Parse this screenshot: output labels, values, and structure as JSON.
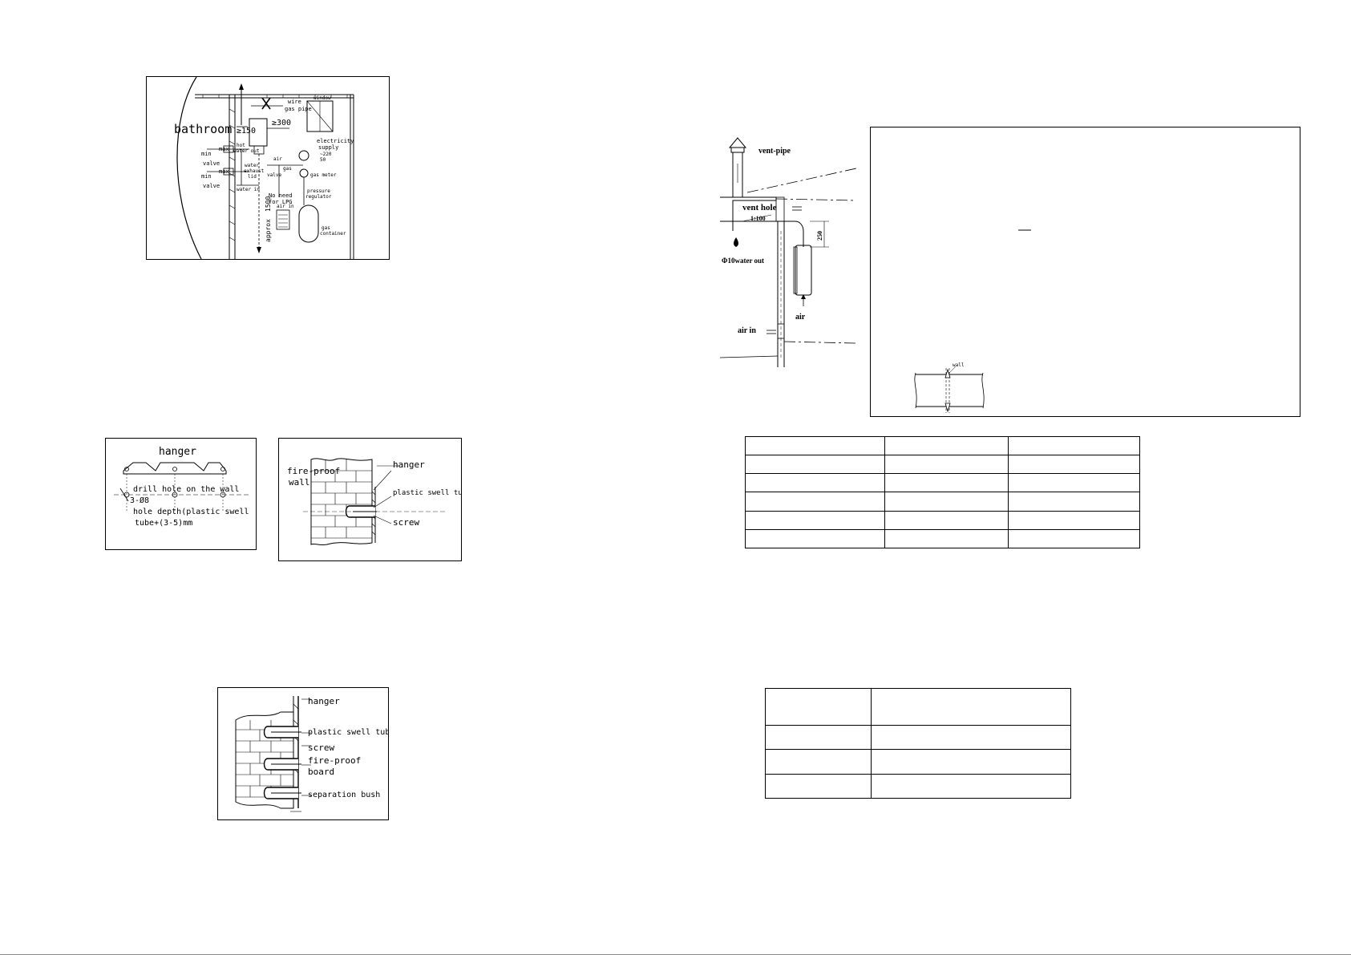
{
  "fig1": {
    "labels": {
      "bathroom": "bathroom",
      "d150": "≥150",
      "d300": "≥300",
      "wire_gas_pipe_1": "wire",
      "wire_gas_pipe_2": "gas pipe",
      "window": "window",
      "electricity_1": "electricity",
      "electricity_2": "supply",
      "electricity_3": "~220",
      "electricity_4": "50",
      "hot_1": "hot",
      "hot_2": "water out",
      "max1": "max",
      "min1": "min",
      "valve1": "valve",
      "max2": "max",
      "min2": "min",
      "valve2": "valve",
      "water_exhaust_1": "water",
      "water_exhaust_2": "exhaust",
      "water_exhaust_3": "lid",
      "gas_valve_1": "gas",
      "gas_valve_2": "valve",
      "air": "air",
      "gas_meter": "gas meter",
      "water_in": "water in",
      "no_need_1": "No need",
      "no_need_2": "for LPG",
      "pressure_1": "pressure",
      "pressure_2": "regulator",
      "air_in": "air in",
      "gas_container_1": "gas",
      "gas_container_2": "container",
      "d1500": "1500",
      "approx": "approx"
    }
  },
  "fig2": {
    "labels": {
      "hanger": "hanger",
      "drill": "drill hole on the wall",
      "holes": "3-Ø8",
      "depth_1": "hole depth(plastic swell",
      "depth_2": "tube+(3-5)mm"
    }
  },
  "fig3": {
    "labels": {
      "fireproof_1": "fire-proof",
      "fireproof_2": "wall",
      "hanger": "hanger",
      "swell": "plastic swell tube",
      "screw": "screw"
    }
  },
  "fig4": {
    "labels": {
      "hanger": "hanger",
      "swell": "plastic swell tube",
      "screw": "screw",
      "board_1": "fire-proof",
      "board_2": "board",
      "bush": "separation bush"
    }
  },
  "fig5": {
    "labels": {
      "vent_pipe": "vent-pipe",
      "vent_hole": "vent hole",
      "slope": "1:100",
      "water_out": "Φ10water out",
      "d250": "250",
      "air": "air",
      "air_in": "air in"
    }
  },
  "fig6": {
    "labels": {
      "wall": "wall"
    }
  }
}
